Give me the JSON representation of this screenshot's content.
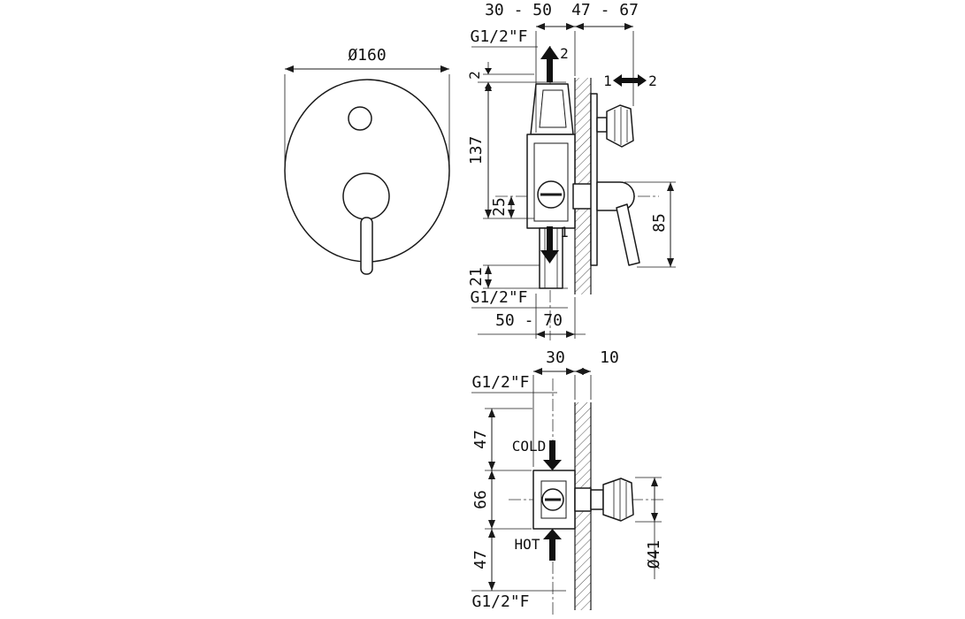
{
  "drawing": {
    "front_view": {
      "diameter": "Ø160"
    },
    "side_view": {
      "depth_range": "30 - 50",
      "handle_range": "47 - 67",
      "thread_top": "G1/2\"F",
      "offset_2": "2",
      "height_137": "137",
      "offset_25": "25",
      "offset_21": "21",
      "thread_bottom": "G1/2\"F",
      "bottom_depth_range": "50 - 70",
      "lever_length": "85",
      "position_left": "1",
      "position_right": "2",
      "outlet_top_position": "2",
      "outlet_bottom_position": "1"
    },
    "bottom_view": {
      "depth_30": "30",
      "wall_10": "10",
      "thread_top": "G1/2\"F",
      "spacing_47_top": "47",
      "cold_label": "COLD",
      "spacing_66": "66",
      "hot_label": "HOT",
      "spacing_47_bottom": "47",
      "thread_bottom": "G1/2\"F",
      "handle_diameter": "Ø41"
    },
    "colors": {
      "line": "#1a1a1a",
      "background": "#ffffff"
    }
  }
}
